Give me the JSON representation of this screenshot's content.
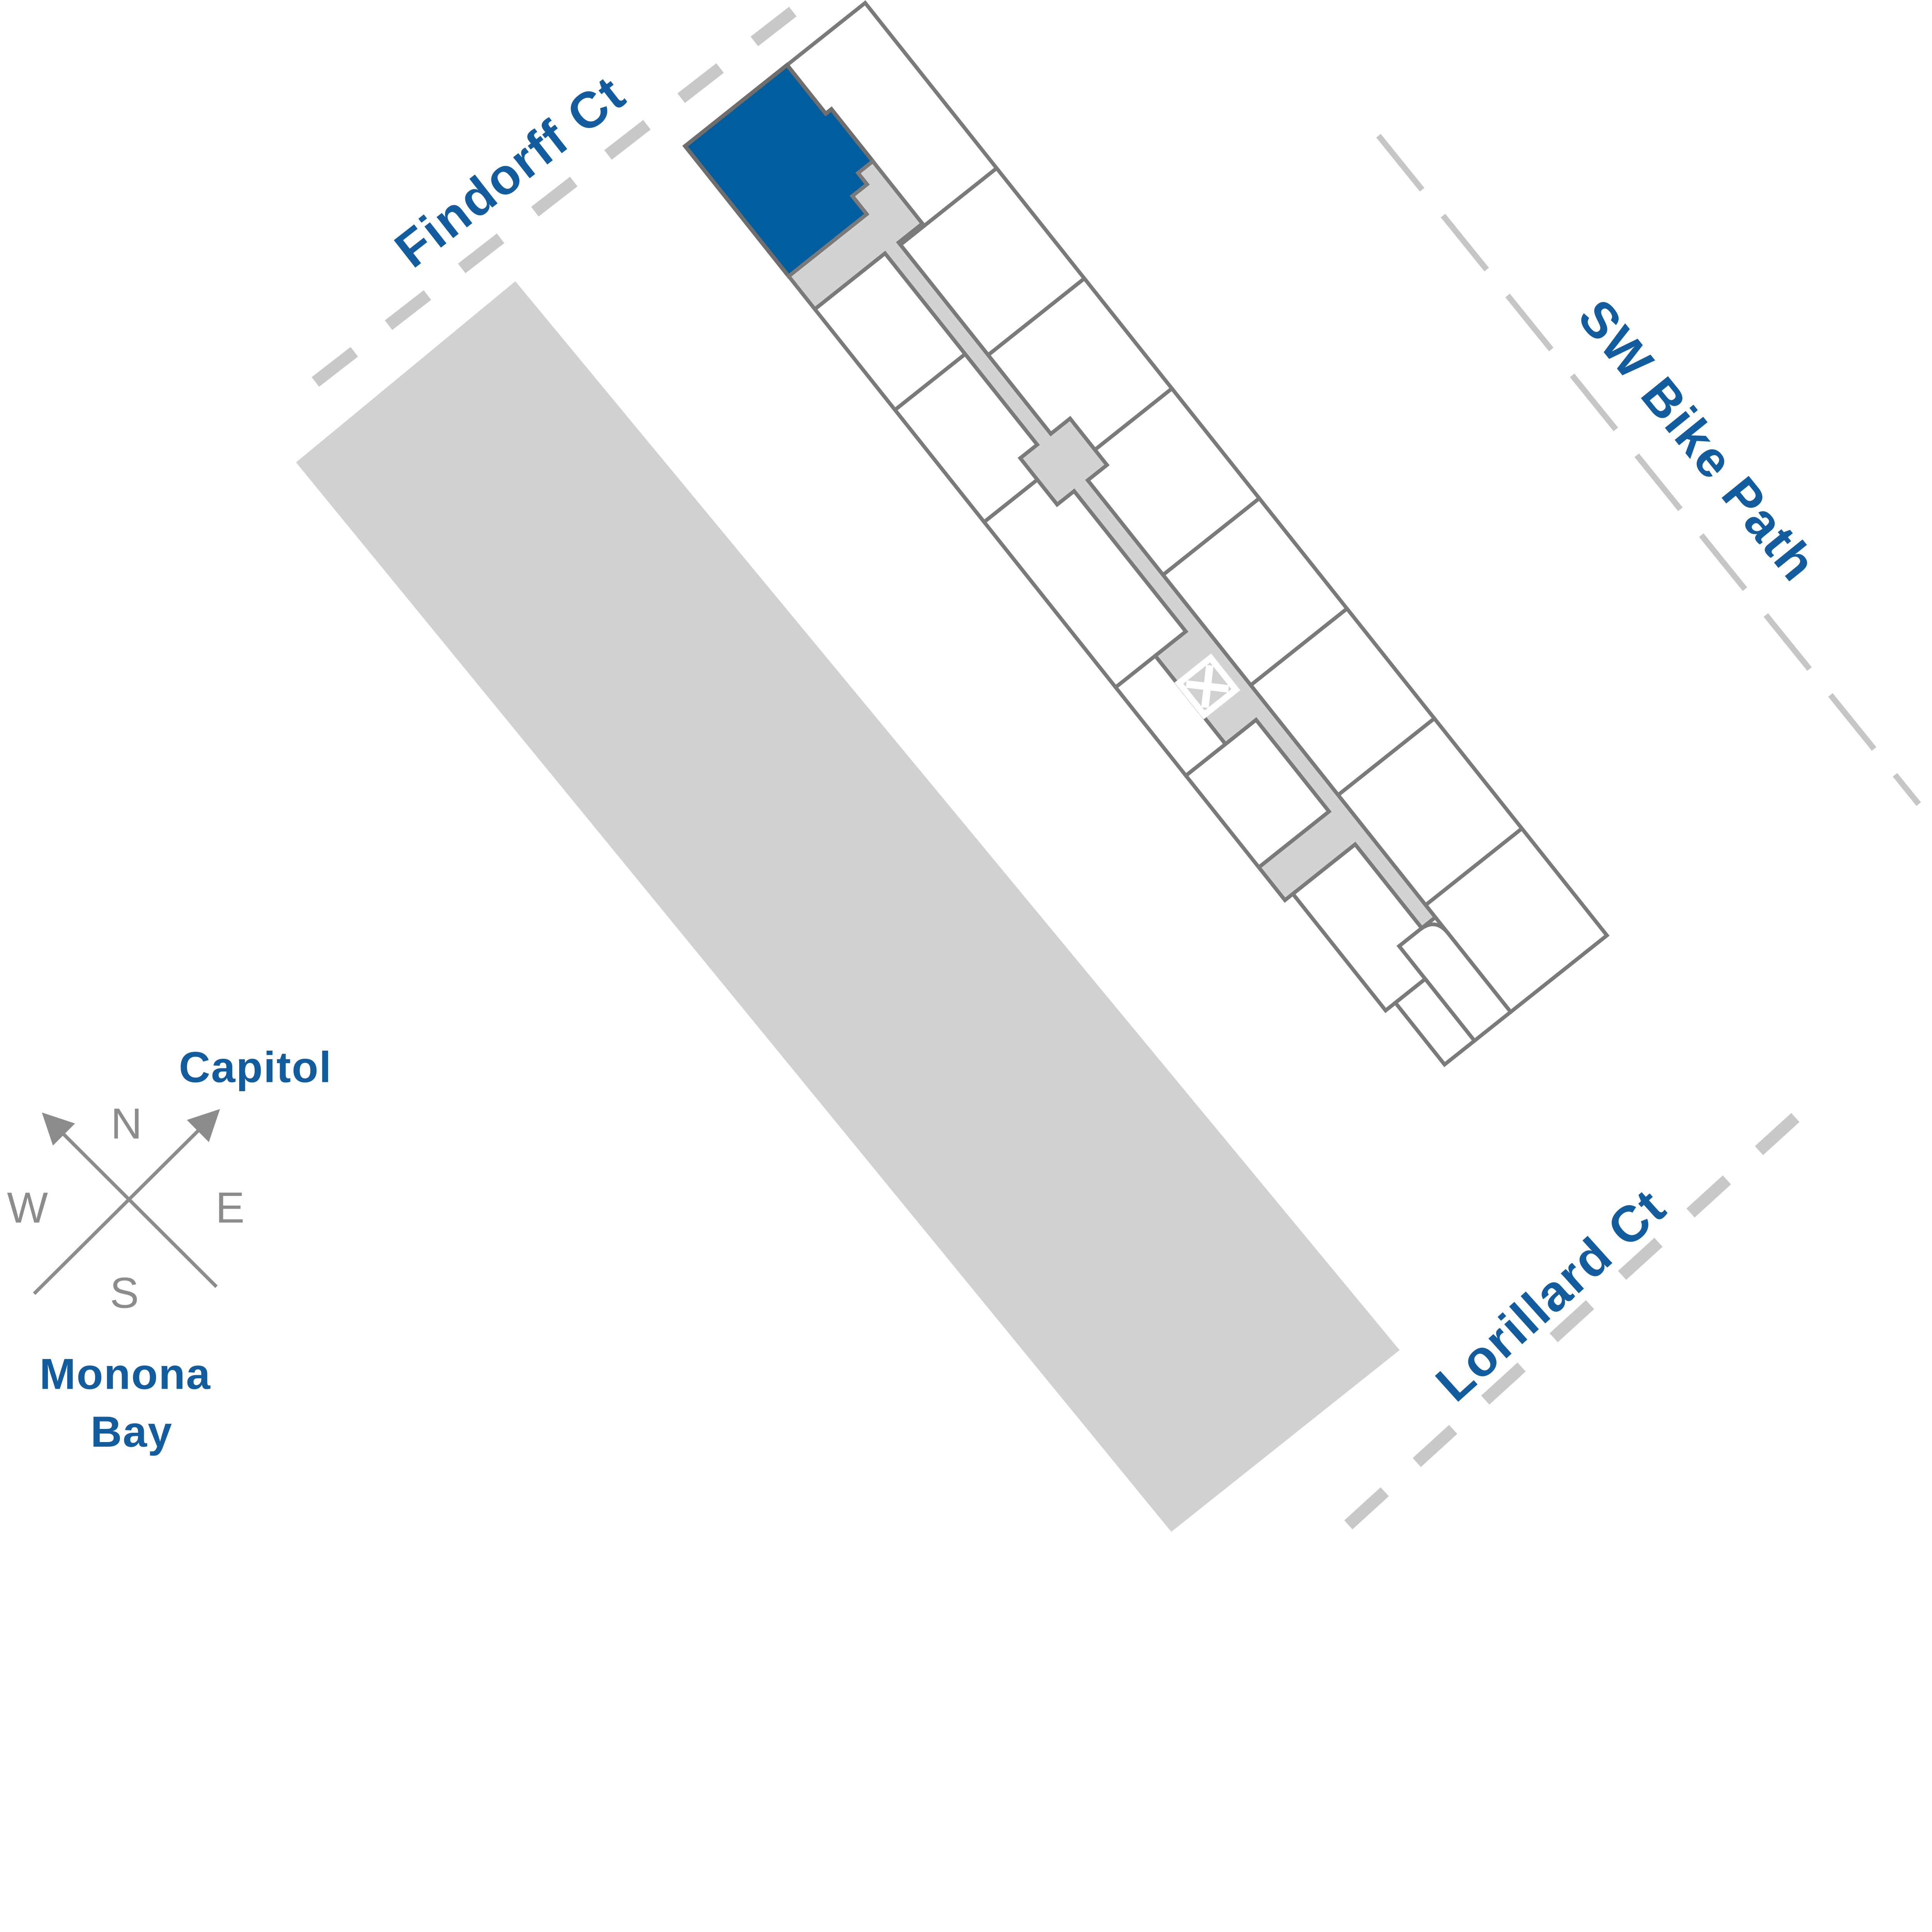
{
  "streets": {
    "findorff": {
      "label": "Findorff Ct"
    },
    "bike_path": {
      "label": "SW Bike Path"
    },
    "lorillard": {
      "label": "Lorillard Ct"
    }
  },
  "landmarks": {
    "capitol": {
      "label": "Capitol"
    },
    "monona_bay": {
      "line1": "Monona",
      "line2": "Bay"
    }
  },
  "compass": {
    "north": "N",
    "south": "S",
    "east": "E",
    "west": "W"
  },
  "building": {
    "highlighted_unit": "selected-unit",
    "marker": "x-marker"
  },
  "colors": {
    "highlight_blue": "#005D9E",
    "label_blue": "#135C9D",
    "outline_gray": "#7A7A7A",
    "walkway_gray": "#D3D3D3",
    "footprint_gray": "#D1D1D1",
    "dash_gray": "#C8C8C8",
    "compass_gray": "#8C8C8C"
  }
}
